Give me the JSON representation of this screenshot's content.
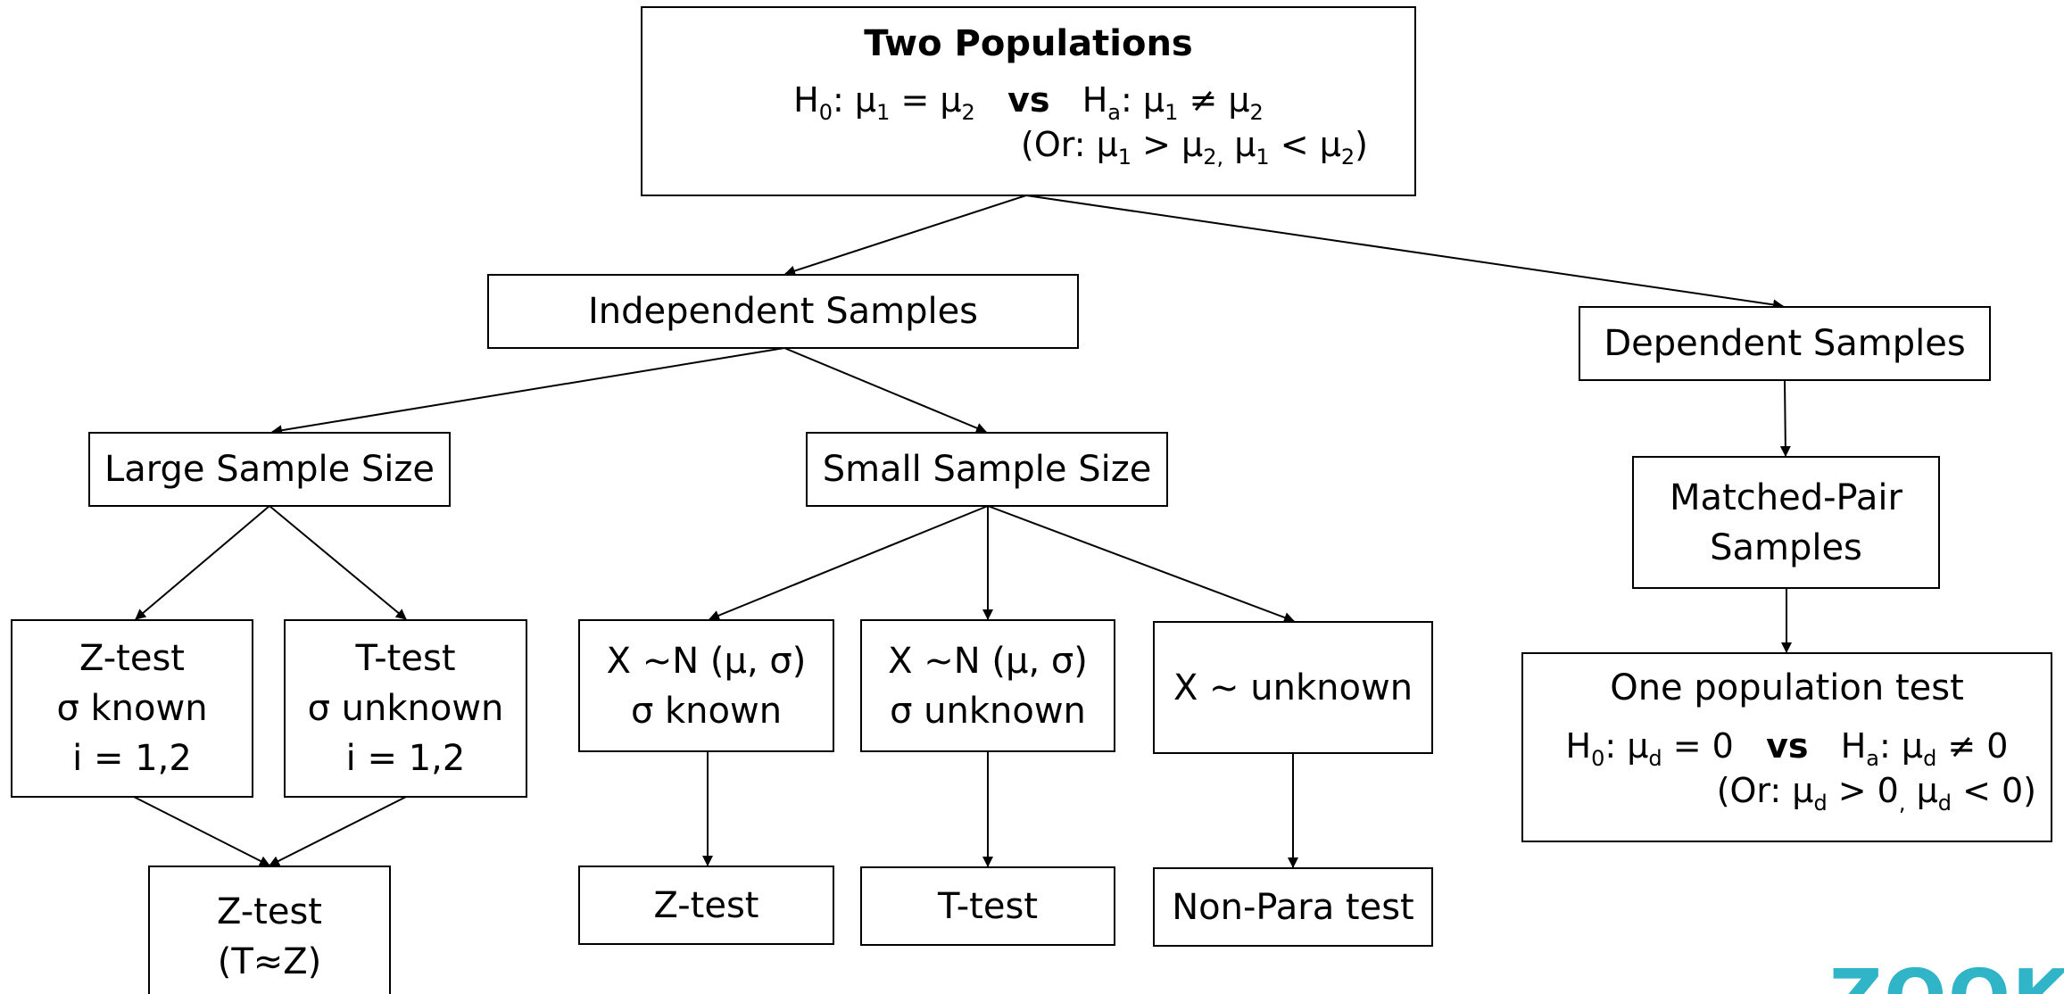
{
  "root": {
    "title": "Two Populations",
    "hypothesis": {
      "H": "H",
      "h_sub": "0",
      "mu": ": μ",
      "mu1_sub": "1",
      "eq": " = μ",
      "mu2_sub": "2",
      "vs": "vs",
      "Ha": "H",
      "ha_sub": "a",
      "neq": ": μ",
      "ne_sub1": "1",
      "ne_mid": " ≠ μ",
      "ne_sub2": "2"
    },
    "alt": {
      "open": "(Or: μ",
      "s1": "1",
      "gt": " > μ",
      "s2": "2,",
      "lt_mu": " μ",
      "s3": "1",
      "lt": " < μ",
      "s4": "2",
      "close": ")"
    }
  },
  "independent": "Independent Samples",
  "dependent": "Dependent Samples",
  "large": "Large Sample Size",
  "small": "Small Sample Size",
  "matched": [
    "Matched-Pair",
    "Samples"
  ],
  "ztest_known": [
    "Z-test",
    "σ known",
    "i = 1,2"
  ],
  "ttest_unknown": [
    "T-test",
    "σ unknown",
    "i = 1,2"
  ],
  "normal_known": [
    "X ~N (μ, σ)",
    "σ known"
  ],
  "normal_unknown": [
    "X ~N (μ, σ)",
    "σ unknown"
  ],
  "x_unknown": "X ~ unknown",
  "z_approx": [
    "Z-test",
    "(T≈Z)"
  ],
  "z_test": "Z-test",
  "t_test": "T-test",
  "nonpara": "Non-Para test",
  "one_pop": {
    "title": "One population test",
    "hyp": {
      "H": "H",
      "h_sub": "0",
      "mu": ": μ",
      "d1": "d",
      "eq": " = 0",
      "vs": "vs",
      "Ha": "H",
      "ha_sub": "a",
      "mu2": ": μ",
      "d2": "d",
      "neq": " ≠ 0"
    },
    "alt": {
      "open": "(Or: μ",
      "d1": "d",
      "gt": " > 0",
      "comma": ",",
      "mu": " μ",
      "d2": "d",
      "lt": " < 0)"
    }
  },
  "logo": "ZOOKA",
  "colors": {
    "logo": "#2fb4c8",
    "line": "#000000"
  }
}
